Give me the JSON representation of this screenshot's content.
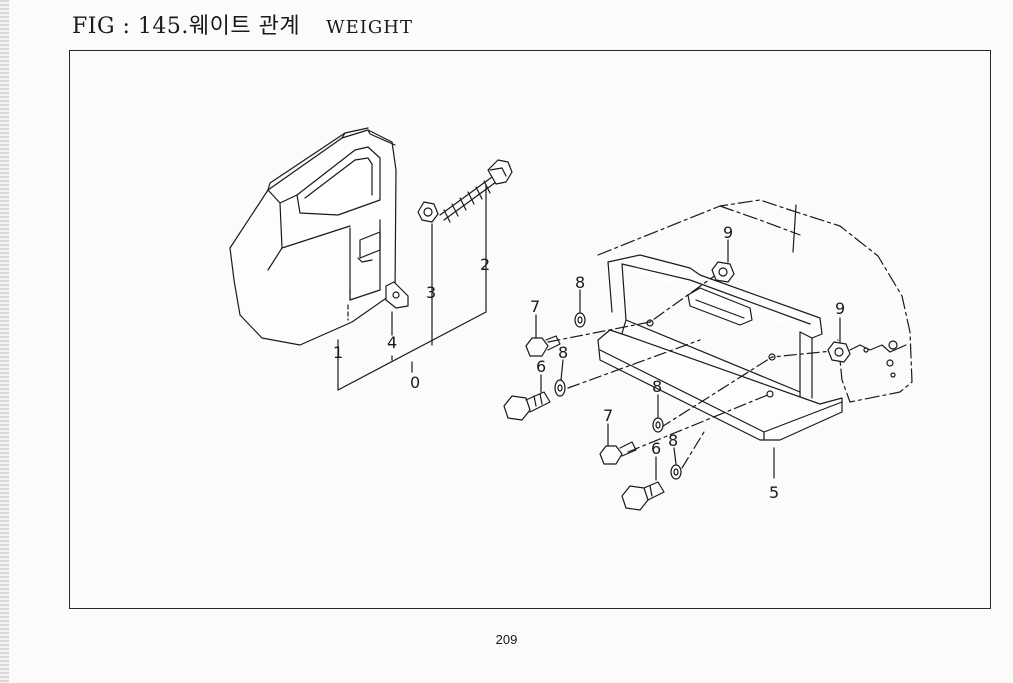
{
  "header": {
    "fig_code": "FIG : 145.",
    "title_korean": "웨이트 관계",
    "title_english": "WEIGHT"
  },
  "callouts": {
    "c0": "0",
    "c1": "1",
    "c2": "2",
    "c3": "3",
    "c4": "4",
    "c5": "5",
    "c6a": "6",
    "c6b": "6",
    "c7a": "7",
    "c7b": "7",
    "c8a": "8",
    "c8b": "8",
    "c8c": "8",
    "c8d": "8",
    "c9a": "9",
    "c9b": "9"
  },
  "footer": {
    "page_number": "209"
  }
}
